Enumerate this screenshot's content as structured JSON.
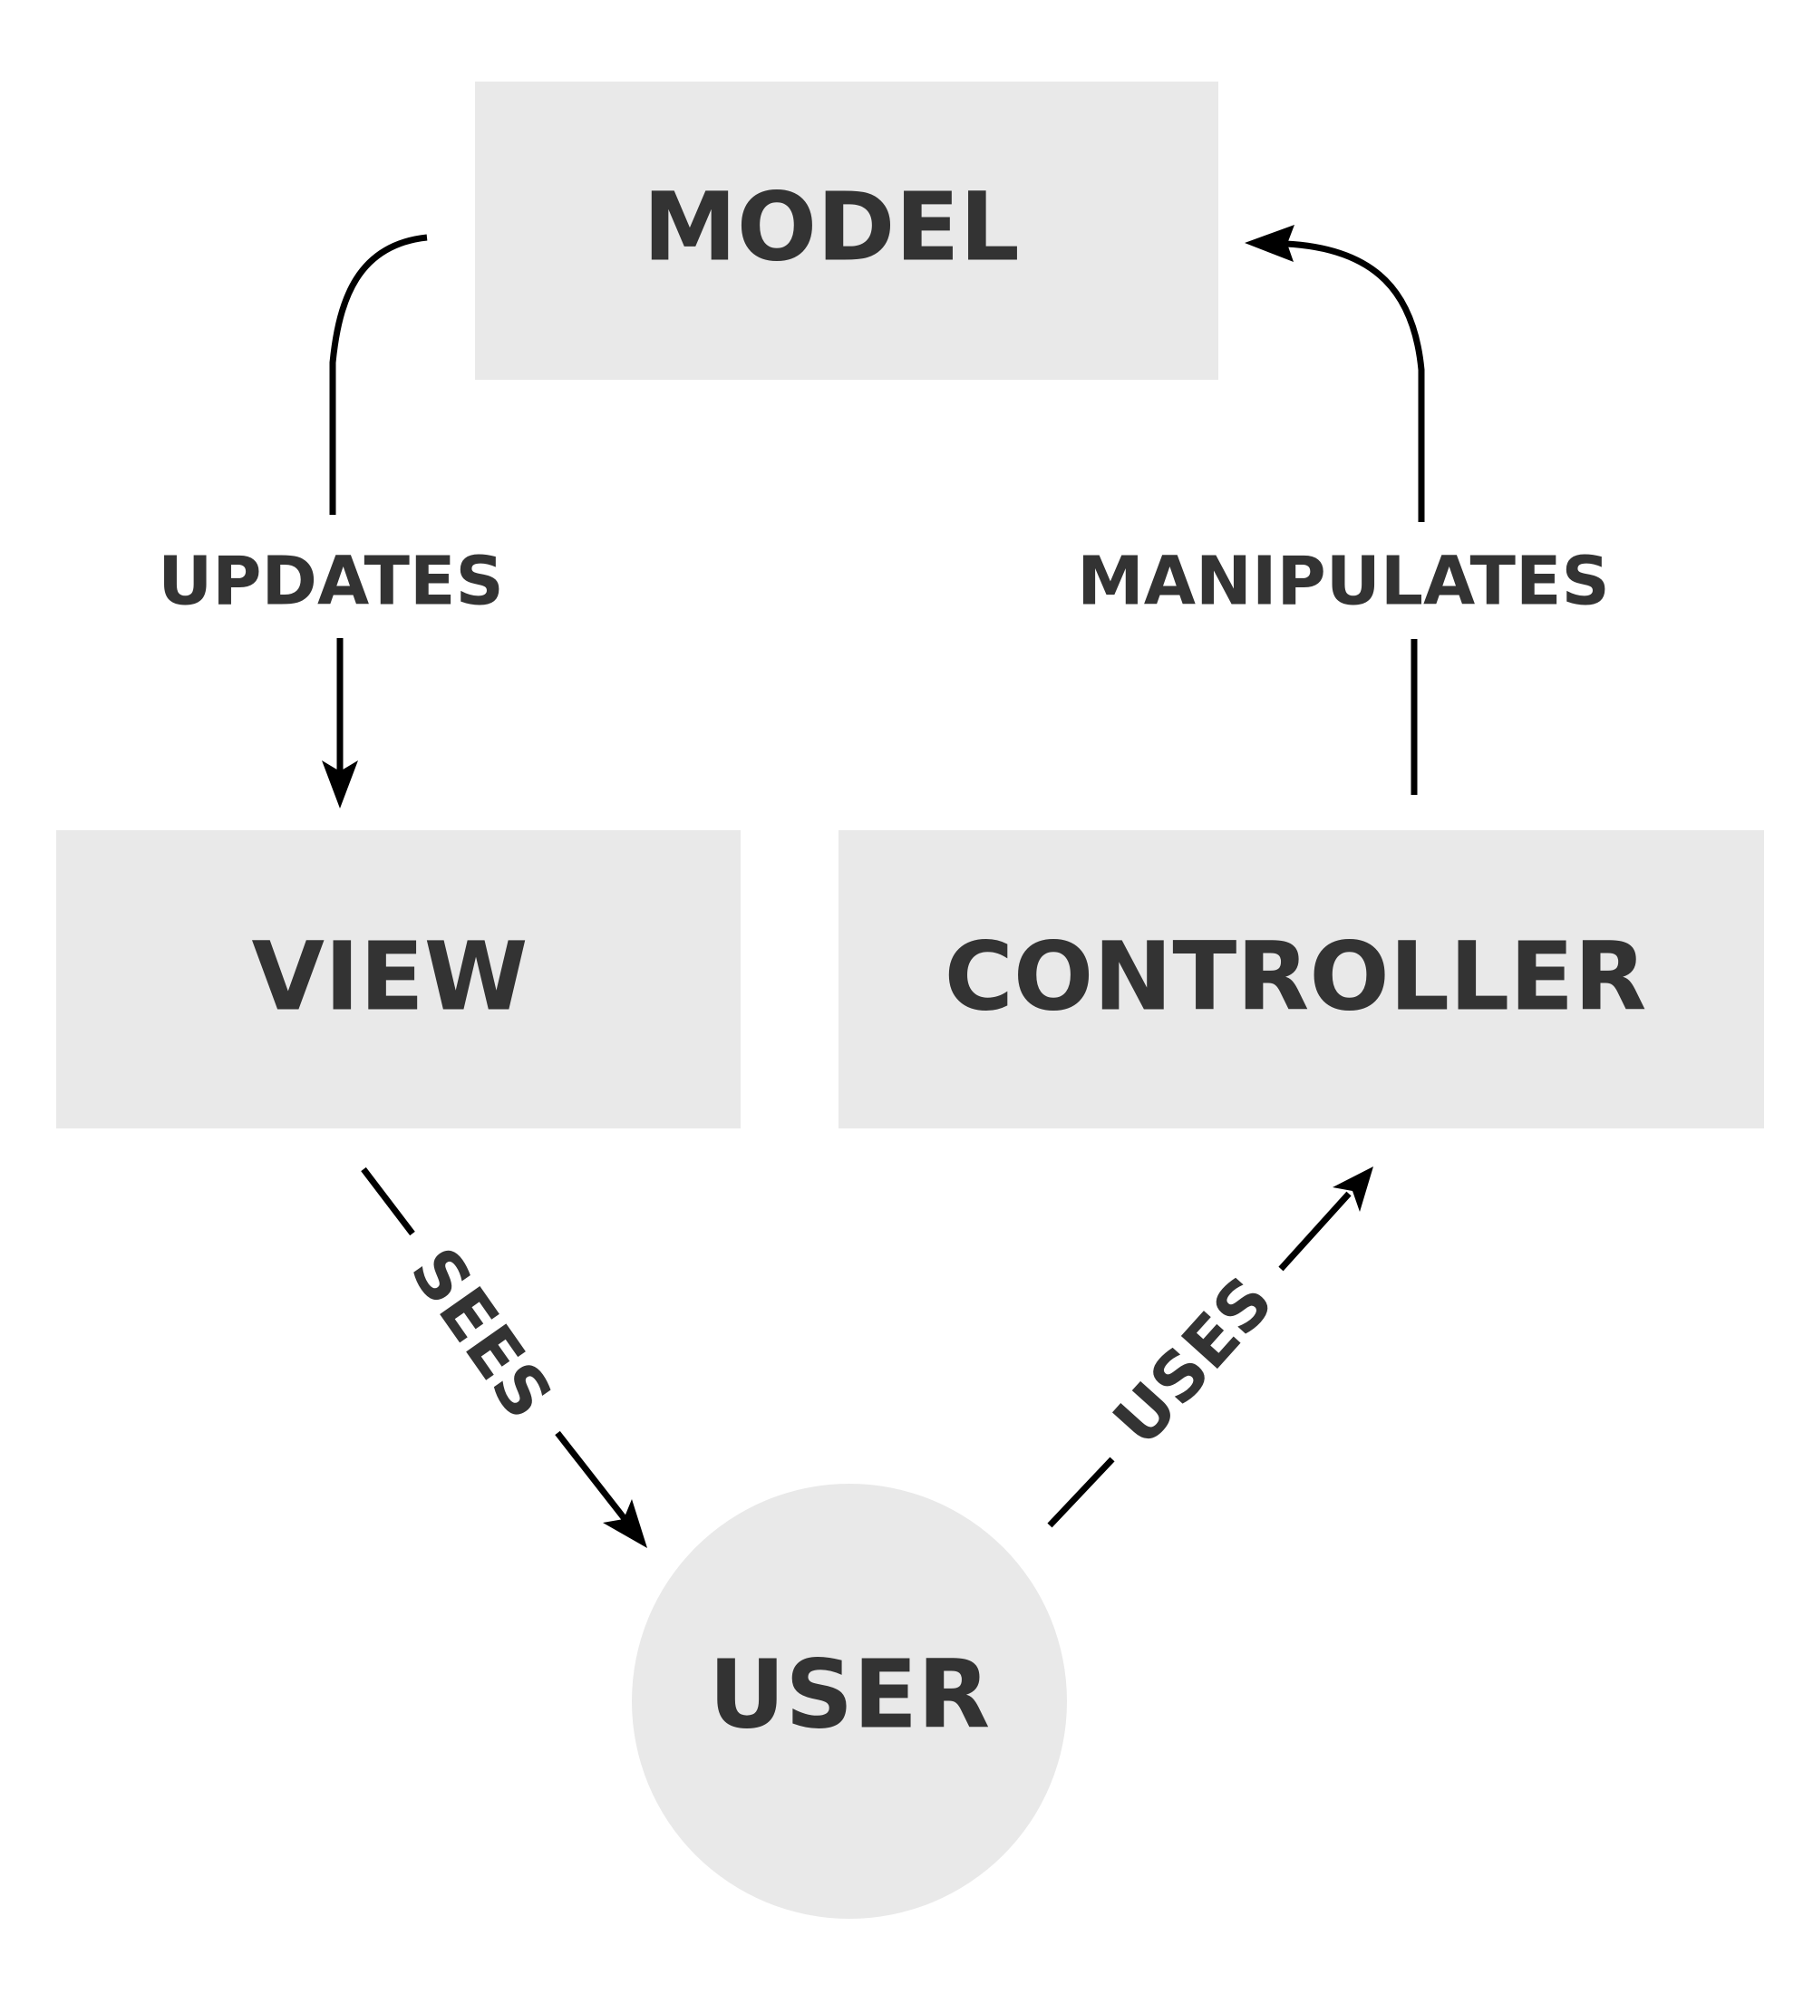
{
  "nodes": {
    "model": {
      "label": "MODEL",
      "shape": "rectangle"
    },
    "view": {
      "label": "VIEW",
      "shape": "rectangle"
    },
    "controller": {
      "label": "CONTROLLER",
      "shape": "rectangle"
    },
    "user": {
      "label": "USER",
      "shape": "circle"
    }
  },
  "edges": {
    "updates": {
      "label": "UPDATES",
      "from": "model",
      "to": "view"
    },
    "manipulates": {
      "label": "MANIPULATES",
      "from": "controller",
      "to": "model"
    },
    "sees": {
      "label": "SEES",
      "from": "view",
      "to": "user"
    },
    "uses": {
      "label": "USES",
      "from": "user",
      "to": "controller"
    }
  },
  "colors": {
    "node_fill": "#e9e9e9",
    "text": "#333333",
    "edge": "#000000",
    "background": "#ffffff"
  }
}
